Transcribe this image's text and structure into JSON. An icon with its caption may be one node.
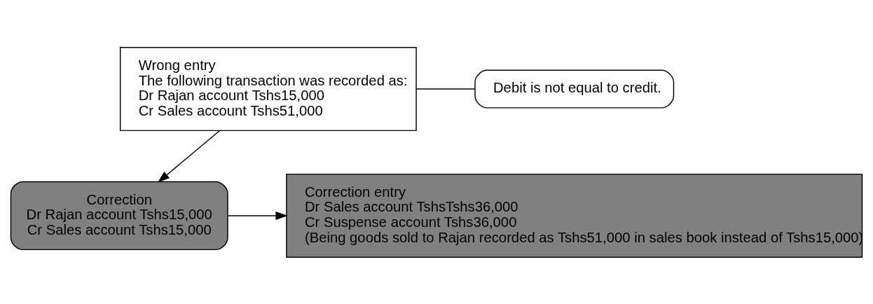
{
  "diagram": {
    "nodes": [
      {
        "text": [
          "Wrong entry",
          "The following transaction was recorded as:",
          "Dr Rajan account Tshs15,000",
          "Cr Sales account Tshs51,000"
        ]
      },
      {
        "text": [
          "Debit is not equal to credit."
        ]
      },
      {
        "text": [
          "Correction",
          "Dr Rajan account Tshs15,000",
          "Cr Sales account Tshs15,000"
        ]
      },
      {
        "text": [
          "Correction entry",
          "Dr Sales account TshsTshs36,000",
          "Cr Suspense account Tshs36,000",
          "(Being goods sold to Rajan recorded as Tshs51,000 in sales book instead of Tshs15,000)"
        ]
      }
    ],
    "edges": [
      {
        "from": 0,
        "to": 1,
        "arrow": "none"
      },
      {
        "from": 0,
        "to": 2,
        "arrow": "to"
      },
      {
        "from": 2,
        "to": 3,
        "arrow": "to"
      }
    ]
  }
}
